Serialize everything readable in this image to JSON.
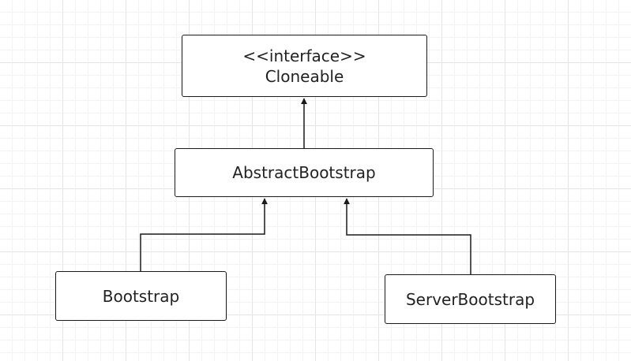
{
  "diagram": {
    "nodes": {
      "cloneable": {
        "stereotype": "<<interface>>",
        "name": "Cloneable"
      },
      "abstract_bootstrap": {
        "name": "AbstractBootstrap"
      },
      "bootstrap": {
        "name": "Bootstrap"
      },
      "server_bootstrap": {
        "name": "ServerBootstrap"
      }
    },
    "edges": [
      {
        "from": "abstract_bootstrap",
        "to": "cloneable",
        "type": "inheritance"
      },
      {
        "from": "bootstrap",
        "to": "abstract_bootstrap",
        "type": "inheritance"
      },
      {
        "from": "server_bootstrap",
        "to": "abstract_bootstrap",
        "type": "inheritance"
      }
    ],
    "colors": {
      "line": "#1a1a1a",
      "text": "#222222",
      "background": "#ffffff",
      "grid": "#e4e4e4"
    }
  }
}
